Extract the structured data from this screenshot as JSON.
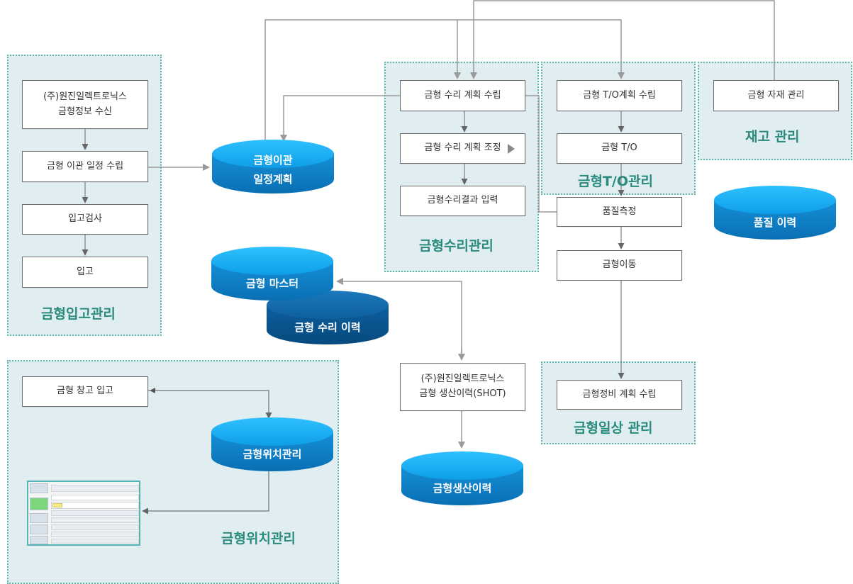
{
  "groups": {
    "incoming": "금형입고관리",
    "repair": "금형수리관리",
    "to": "금형T/O관리",
    "inventory": "재고 관리",
    "daily": "금형일상 관리",
    "location": "금형위치관리"
  },
  "boxes": {
    "receive_info": "(주)원진일렉트로닉스\n금형정보 수신",
    "transfer_plan": "금형 이관 일정 수립",
    "incoming_inspection": "입고검사",
    "stock_in": "입고",
    "repair_plan": "금형 수리 계획 수립",
    "repair_adjust": "금형 수리 계획 조정",
    "repair_result": "금형수리결과 입력",
    "to_plan": "금형 T/O계획 수립",
    "to": "금형  T/O",
    "material_mgmt": "금형  자재 관리",
    "quality_measure": "품질측정",
    "mold_move": "금형이동",
    "maintenance_plan": "금형정비 계획 수립",
    "production_history_source": "(주)원진일렉트로닉스\n금형 생산이력(SHOT)",
    "warehouse_in": "금형 창고 입고"
  },
  "databases": {
    "transfer_schedule": "금형이관\n일정계획",
    "quality_history": "품질 이력",
    "mold_master": "금형 마스터",
    "repair_history": "금형 수리  이력",
    "production_history": "금형생산이력",
    "location_mgmt": "금형위치관리"
  },
  "colors": {
    "group_bg": "#e1eef1",
    "group_border": "#5cb7aa",
    "label_teal": "#2a8a7e",
    "db_light": "#0e9ee8",
    "db_dark": "#0f5f9d",
    "arrow": "#9a9a9a"
  }
}
